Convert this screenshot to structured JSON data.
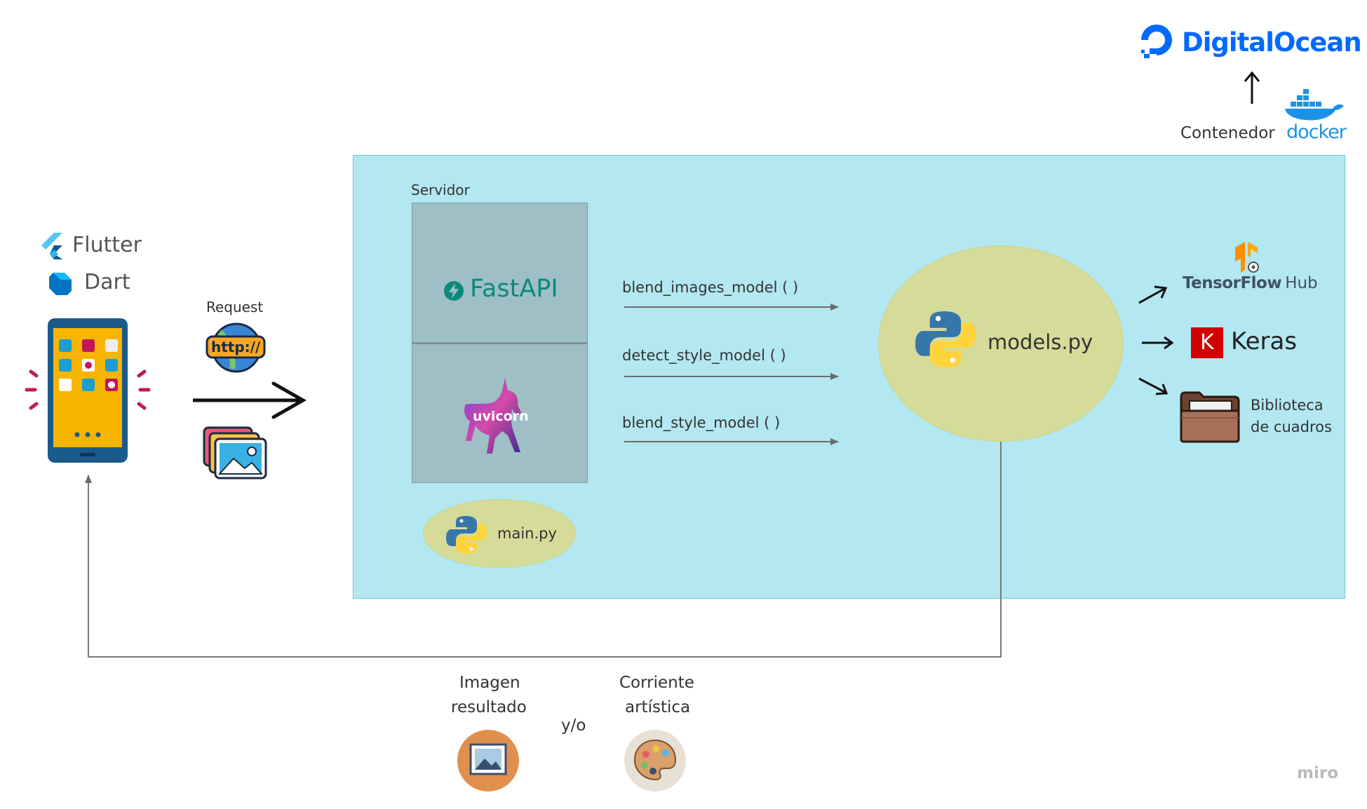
{
  "cloud": {
    "brand": "DigitalOcean",
    "brand_color": "#0069ff"
  },
  "container": {
    "label": "Contenedor",
    "brand": "docker",
    "brand_color": "#1d91e6"
  },
  "server": {
    "label": "Servidor",
    "framework": "FastAPI",
    "asgi": "uvicorn",
    "entry_file": "main.py",
    "area_color": "#b3e7f2"
  },
  "client": {
    "frameworks": [
      "Flutter",
      "Dart"
    ],
    "request_label": "Request",
    "http_badge": "http://"
  },
  "functions": [
    "blend_images_model ( )",
    "detect_style_model ( )",
    "blend_style_model ( )"
  ],
  "models": {
    "file": "models.py"
  },
  "libraries": {
    "tensorflow": "TensorFlow",
    "tensorflow_suffix": "Hub",
    "keras": "Keras",
    "keras_letter": "K",
    "folder_line1": "Biblioteca",
    "folder_line2": "de cuadros"
  },
  "outputs": {
    "image_line1": "Imagen",
    "image_line2": "resultado",
    "connector": "y/o",
    "style_line1": "Corriente",
    "style_line2": "artística"
  },
  "watermark": "miro"
}
